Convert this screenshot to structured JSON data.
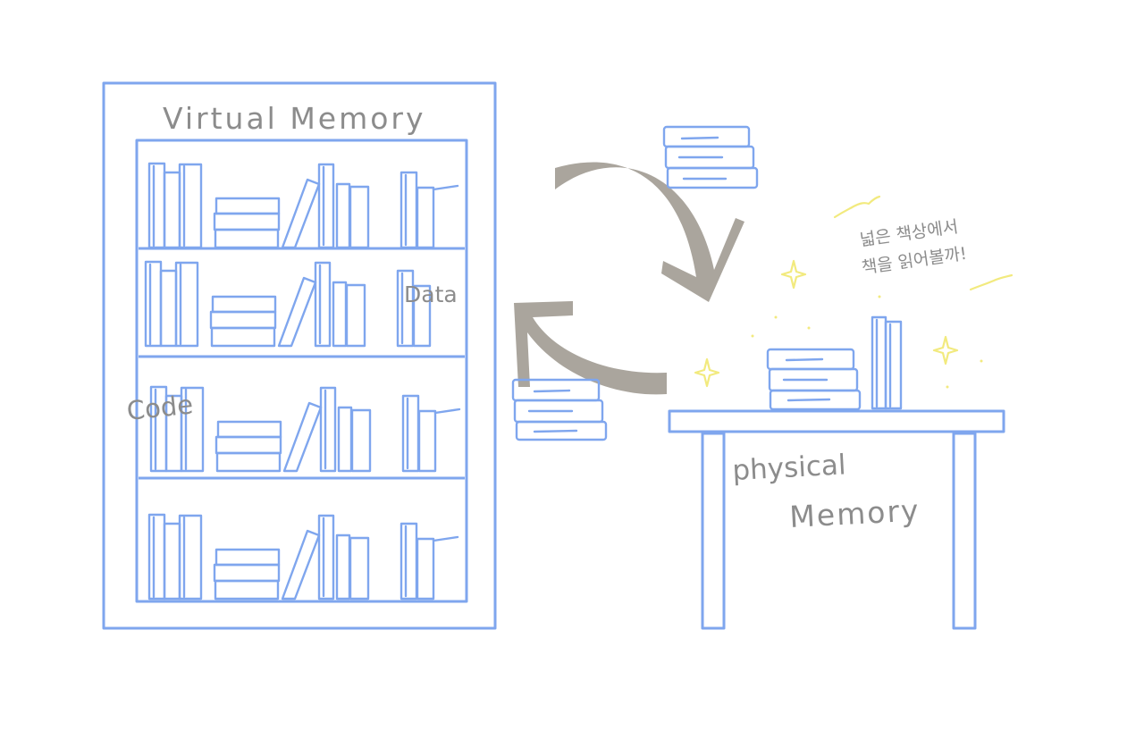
{
  "bookshelf": {
    "title": "Virtual Memory",
    "label_code": "Code",
    "label_data": "Data"
  },
  "desk": {
    "label_line1": "physical",
    "label_line2": "Memory",
    "note_line1": "넓은 책상에서",
    "note_line2": "책을 읽어볼까!"
  },
  "colors": {
    "line": "#7fa6ee",
    "arrow": "#aaa59d",
    "text": "#8c8c8c",
    "sparkle": "#f2ea7e"
  }
}
